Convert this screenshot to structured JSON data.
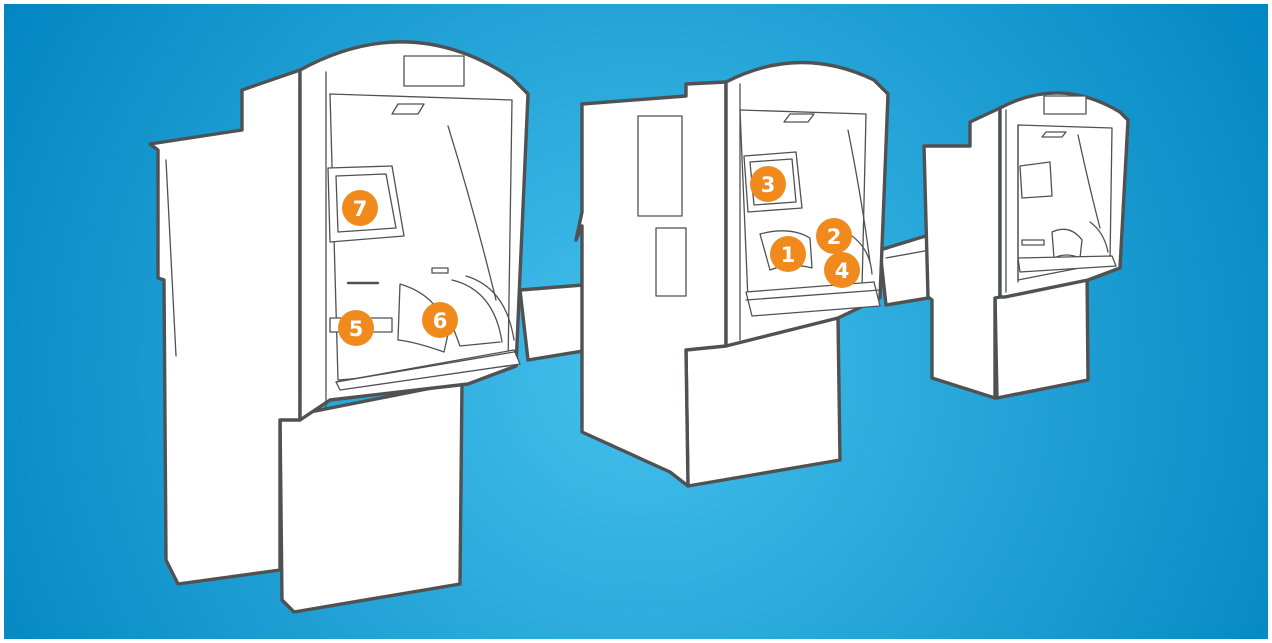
{
  "colors": {
    "background_center": "#44c0ec",
    "background_edge": "#0084c0",
    "outline": "#505153",
    "fill": "#ffffff",
    "badge": "#f08a1d",
    "badge_text": "#ffffff"
  },
  "callouts": [
    {
      "id": "1",
      "label": "1"
    },
    {
      "id": "2",
      "label": "2"
    },
    {
      "id": "3",
      "label": "3"
    },
    {
      "id": "4",
      "label": "4"
    },
    {
      "id": "5",
      "label": "5"
    },
    {
      "id": "6",
      "label": "6"
    },
    {
      "id": "7",
      "label": "7"
    }
  ]
}
